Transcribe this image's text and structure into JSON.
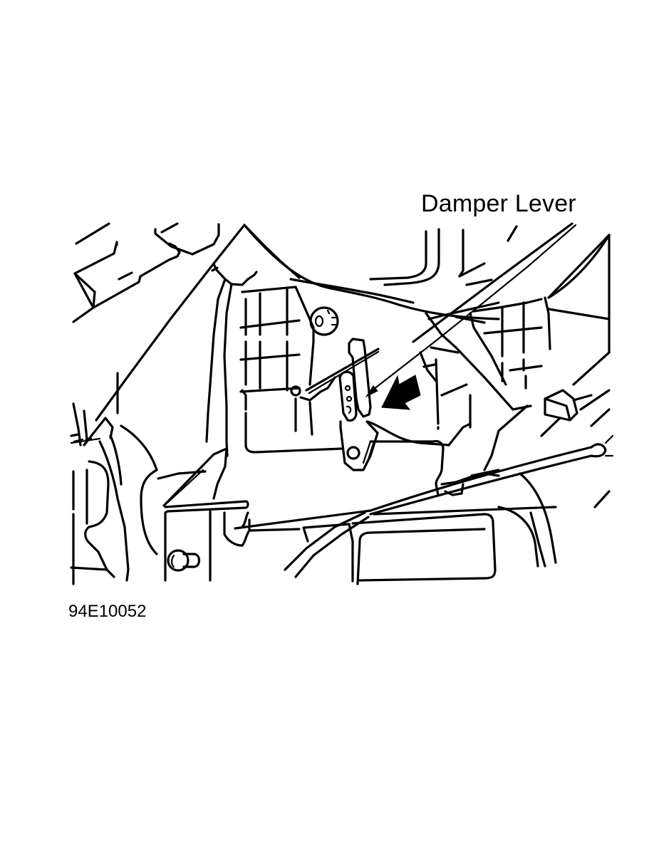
{
  "figure": {
    "callout_label": "Damper Lever",
    "figure_id": "94E10052",
    "colors": {
      "line": "#000000",
      "background": "#ffffff"
    },
    "callouts": [
      {
        "label": "Damper Lever",
        "points_to": "damper-lever",
        "style": "leader-line-arrow"
      },
      {
        "label": "",
        "points_to": "damper-lever",
        "style": "solid-block-arrow"
      }
    ]
  }
}
